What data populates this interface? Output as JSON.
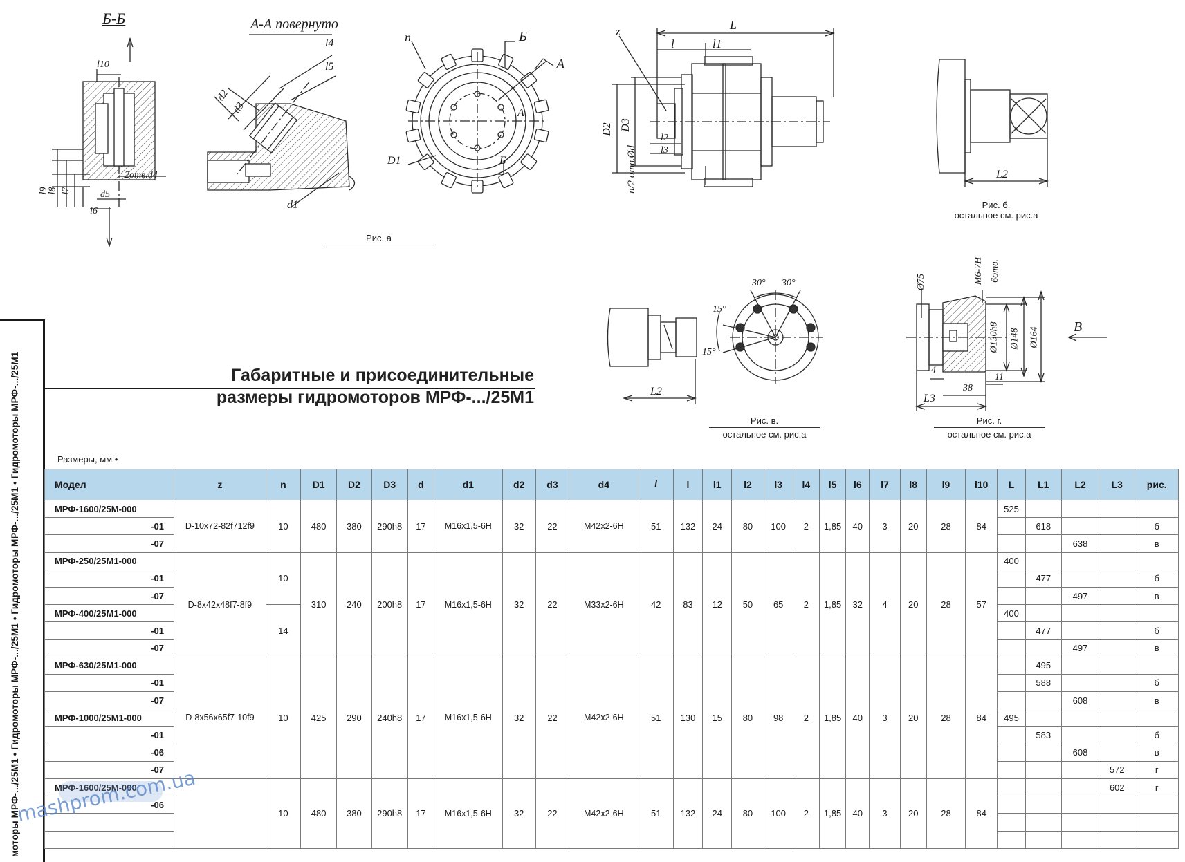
{
  "side_strip": "моторы МРФ-.../25М1 • Гидромоторы МРФ-.../25М1 • Гидромоторы МРФ-.../25М1 • Гидромоторы МРФ-.../25М1",
  "section_bb": "Б-Б",
  "section_aa": "А-А повернуто",
  "marks": {
    "n": "n",
    "b": "Б",
    "a": "А",
    "a2": "А",
    "b2": "Б",
    "d1": "D1",
    "z": "z",
    "L": "L",
    "l": "l",
    "l1": "l1",
    "l2": "l2",
    "l3": "l3",
    "D2": "D2",
    "D3": "D3",
    "holes": "n/2 отв.Ød",
    "l4": "l4",
    "l5": "l5",
    "d2": "d2",
    "d3": "d3",
    "d1s": "d1",
    "l10": "l10",
    "l9": "l9",
    "l8": "l8",
    "l7": "l7",
    "l6": "l6",
    "d5": "d5",
    "holes2": "2отв.d4",
    "L2a": "L2",
    "L2b": "L2",
    "L3": "L3",
    "ang30a": "30°",
    "ang30b": "30°",
    "ang15a": "15°",
    "ang15b": "15°",
    "phi75": "Ø75",
    "thread": "М6-7Н",
    "holes6": "6отв.",
    "phi130": "Ø130h8",
    "phi148": "Ø148",
    "phi164": "Ø164",
    "dim4": "4",
    "dim38": "38",
    "dim11": "11",
    "viewB": "В"
  },
  "captions": {
    "a": "Рис. а",
    "b1": "Рис. б.",
    "b2": "остальное см. рис.а",
    "v1": "Рис. в.",
    "v2": "остальное см. рис.а",
    "g1": "Рис. г.",
    "g2": "остальное см. рис.а"
  },
  "title": {
    "line1": "Габаритные и присоединительные",
    "line2": "размеры гидромоторов МРФ-.../25М1"
  },
  "units": "Размеры, мм •",
  "table": {
    "headers": [
      "Модел",
      "z",
      "n",
      "D1",
      "D2",
      "D3",
      "d",
      "d1",
      "d2",
      "d3",
      "d4",
      "l",
      "l",
      "l1",
      "l2",
      "l3",
      "l4",
      "l5",
      "l6",
      "l7",
      "l8",
      "l9",
      "l10",
      "L",
      "L1",
      "L2",
      "L3",
      "рис."
    ],
    "models": [
      "МРФ-1600/25М-000",
      "-01",
      "-07",
      "МРФ-250/25М1-000",
      "-01",
      "-07",
      "МРФ-400/25М1-000",
      "-01",
      "-07",
      "МРФ-630/25М1-000",
      "-01",
      "-07",
      "МРФ-1000/25М1-000",
      "-01",
      "-06",
      "-07",
      "МРФ-1600/25М-000",
      "-06",
      "",
      ""
    ],
    "g1": {
      "z": "D-10x72-82f712f9",
      "n": "10",
      "D1": "480",
      "D2": "380",
      "D3": "290h8",
      "d": "17",
      "d1": "M16x1,5-6H",
      "d2": "32",
      "d3": "22",
      "d4": "M42x2-6H",
      "l_a": "51",
      "l_b": "132",
      "l1": "24",
      "l2": "80",
      "l3": "100",
      "l4": "2",
      "l5": "1,85",
      "l6": "40",
      "l7": "3",
      "l8": "20",
      "l9": "28",
      "l10": "84"
    },
    "g2": {
      "z": "D-8x42x48f7-8f9",
      "n_a": "10",
      "n_b": "14",
      "D1": "310",
      "D2": "240",
      "D3": "200h8",
      "d": "17",
      "d1": "M16x1,5-6H",
      "d2": "32",
      "d3": "22",
      "d4": "M33x2-6H",
      "l_a": "42",
      "l_b": "83",
      "l1": "12",
      "l2": "50",
      "l3": "65",
      "l4": "2",
      "l5": "1,85",
      "l6": "32",
      "l7": "4",
      "l8": "20",
      "l9": "28",
      "l10": "57"
    },
    "g3": {
      "z": "D-8x56x65f7-10f9",
      "n": "10",
      "D1": "425",
      "D2": "290",
      "D3": "240h8",
      "d": "17",
      "d1": "M16x1,5-6H",
      "d2": "32",
      "d3": "22",
      "d4": "M42x2-6H",
      "l_a": "51",
      "l_b": "130",
      "l1": "15",
      "l2": "80",
      "l3": "98",
      "l4": "2",
      "l5": "1,85",
      "l6": "40",
      "l7": "3",
      "l8": "20",
      "l9": "28",
      "l10": "84"
    },
    "g4": {
      "n": "10",
      "D1": "480",
      "D2": "380",
      "D3": "290h8",
      "d": "17",
      "d1": "M16x1,5-6H",
      "d2": "32",
      "d3": "22",
      "d4": "M42x2-6H",
      "l_a": "51",
      "l_b": "132",
      "l1": "24",
      "l2": "80",
      "l3": "100",
      "l4": "2",
      "l5": "1,85",
      "l6": "40",
      "l7": "3",
      "l8": "20",
      "l9": "28",
      "l10": "84"
    },
    "v": {
      "L": [
        "525",
        "",
        "",
        "400",
        "",
        "",
        "400",
        "",
        "",
        "",
        "",
        "",
        "495",
        "",
        "",
        "",
        "",
        "",
        "",
        ""
      ],
      "L1": [
        "",
        "618",
        "",
        "",
        "477",
        "",
        "",
        "477",
        "",
        "495",
        "588",
        "",
        "",
        "583",
        "",
        "",
        "",
        "",
        "",
        ""
      ],
      "L2": [
        "",
        "",
        "638",
        "",
        "",
        "497",
        "",
        "",
        "497",
        "",
        "",
        "608",
        "",
        "",
        "608",
        "",
        "",
        "",
        "",
        ""
      ],
      "L3": [
        "",
        "",
        "",
        "",
        "",
        "",
        "",
        "",
        "",
        "",
        "",
        "",
        "",
        "",
        "",
        "572",
        "602",
        "",
        "",
        ""
      ],
      "ris": [
        "",
        "б",
        "в",
        "",
        "б",
        "в",
        "",
        "б",
        "в",
        "",
        "б",
        "в",
        "",
        "б",
        "в",
        "г",
        "г",
        "",
        "",
        ""
      ]
    }
  },
  "watermark": "mashprom.com.ua"
}
